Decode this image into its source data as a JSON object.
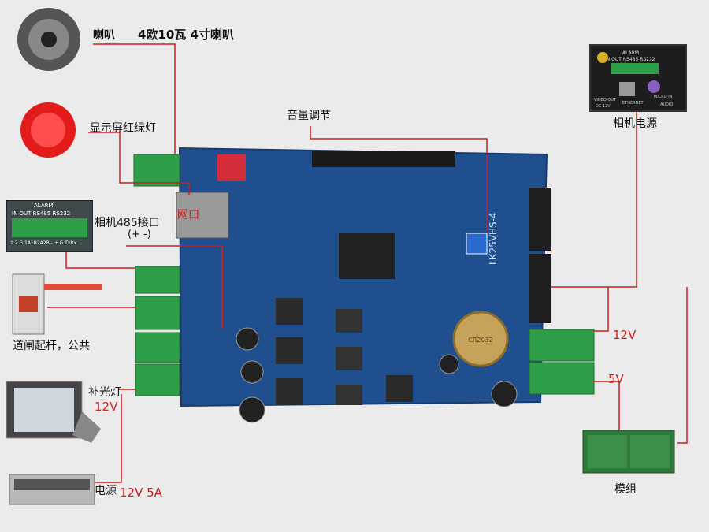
{
  "labels": {
    "speaker": "喇叭",
    "speaker_spec": "4欧10瓦  4寸喇叭",
    "volume": "音量调节",
    "led_lamp": "显示屏红绿灯",
    "camera_485": "相机485接口",
    "camera_485_polarity": "(+ -)",
    "network_port": "网口",
    "barrier": "道闸起杆，公共",
    "fill_light": "补光灯",
    "fill_light_voltage": "12V",
    "power": "电源",
    "power_spec": "12V  5A",
    "camera_power": "相机电源",
    "module_12v": "12V",
    "module_5v": "5V",
    "module": "模组"
  },
  "alarm_block": {
    "title": "ALARM",
    "header": "IN  OUT  RS485 RS232",
    "pins": "1 2 G 1A1B2A2B - + G TxRx"
  },
  "board_print": {
    "model": "LK25VHS-4",
    "battery": "CR2032"
  },
  "camera_panel": {
    "title": "ALARM",
    "header": "IN  OUT  RS485 RS232",
    "port_labels": [
      "VIDEO OUT",
      "ETHERNET",
      "DC 12V",
      "MICRO IN",
      "AUDIO"
    ]
  },
  "colors": {
    "label_red": "#d41a1a",
    "wire": "#d01c1c",
    "pcb": "#1f4f8e",
    "terminal": "#2f9e48"
  }
}
